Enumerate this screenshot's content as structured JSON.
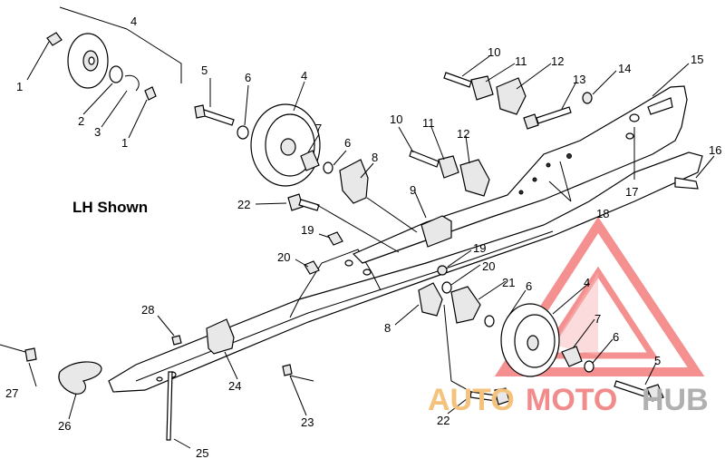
{
  "diagram": {
    "view_label": "LH Shown",
    "watermark": {
      "part1": "AUTO",
      "part2": "MOTO",
      "part3": "HUB",
      "color1": "#f4c27a",
      "color2": "#f28b8b",
      "color3": "#b0b0b0"
    },
    "callouts": {
      "c4_top": "4",
      "c1_left": "1",
      "c2": "2",
      "c3": "3",
      "c1_right": "1",
      "c5_top": "5",
      "c6_top": "6",
      "c4_mid": "4",
      "c7_top": "7",
      "c6_mid": "6",
      "c8_top": "8",
      "c22_left": "22",
      "c10_a": "10",
      "c11_a": "11",
      "c12_a": "12",
      "c13": "13",
      "c14": "14",
      "c15": "15",
      "c10_b": "10",
      "c11_b": "11",
      "c12_b": "12",
      "c16": "16",
      "c17": "17",
      "c18": "18",
      "c9": "9",
      "c19_a": "19",
      "c19_b": "19",
      "c20_a": "20",
      "c20_b": "20",
      "c21": "21",
      "c6_bot": "6",
      "c4_bot": "4",
      "c8_bot": "8",
      "c7_bot": "7",
      "c6_bot2": "6",
      "c5_bot": "5",
      "c22_bot": "22",
      "c28": "28",
      "c27": "27",
      "c26": "26",
      "c24": "24",
      "c23": "23",
      "c25": "25"
    }
  }
}
